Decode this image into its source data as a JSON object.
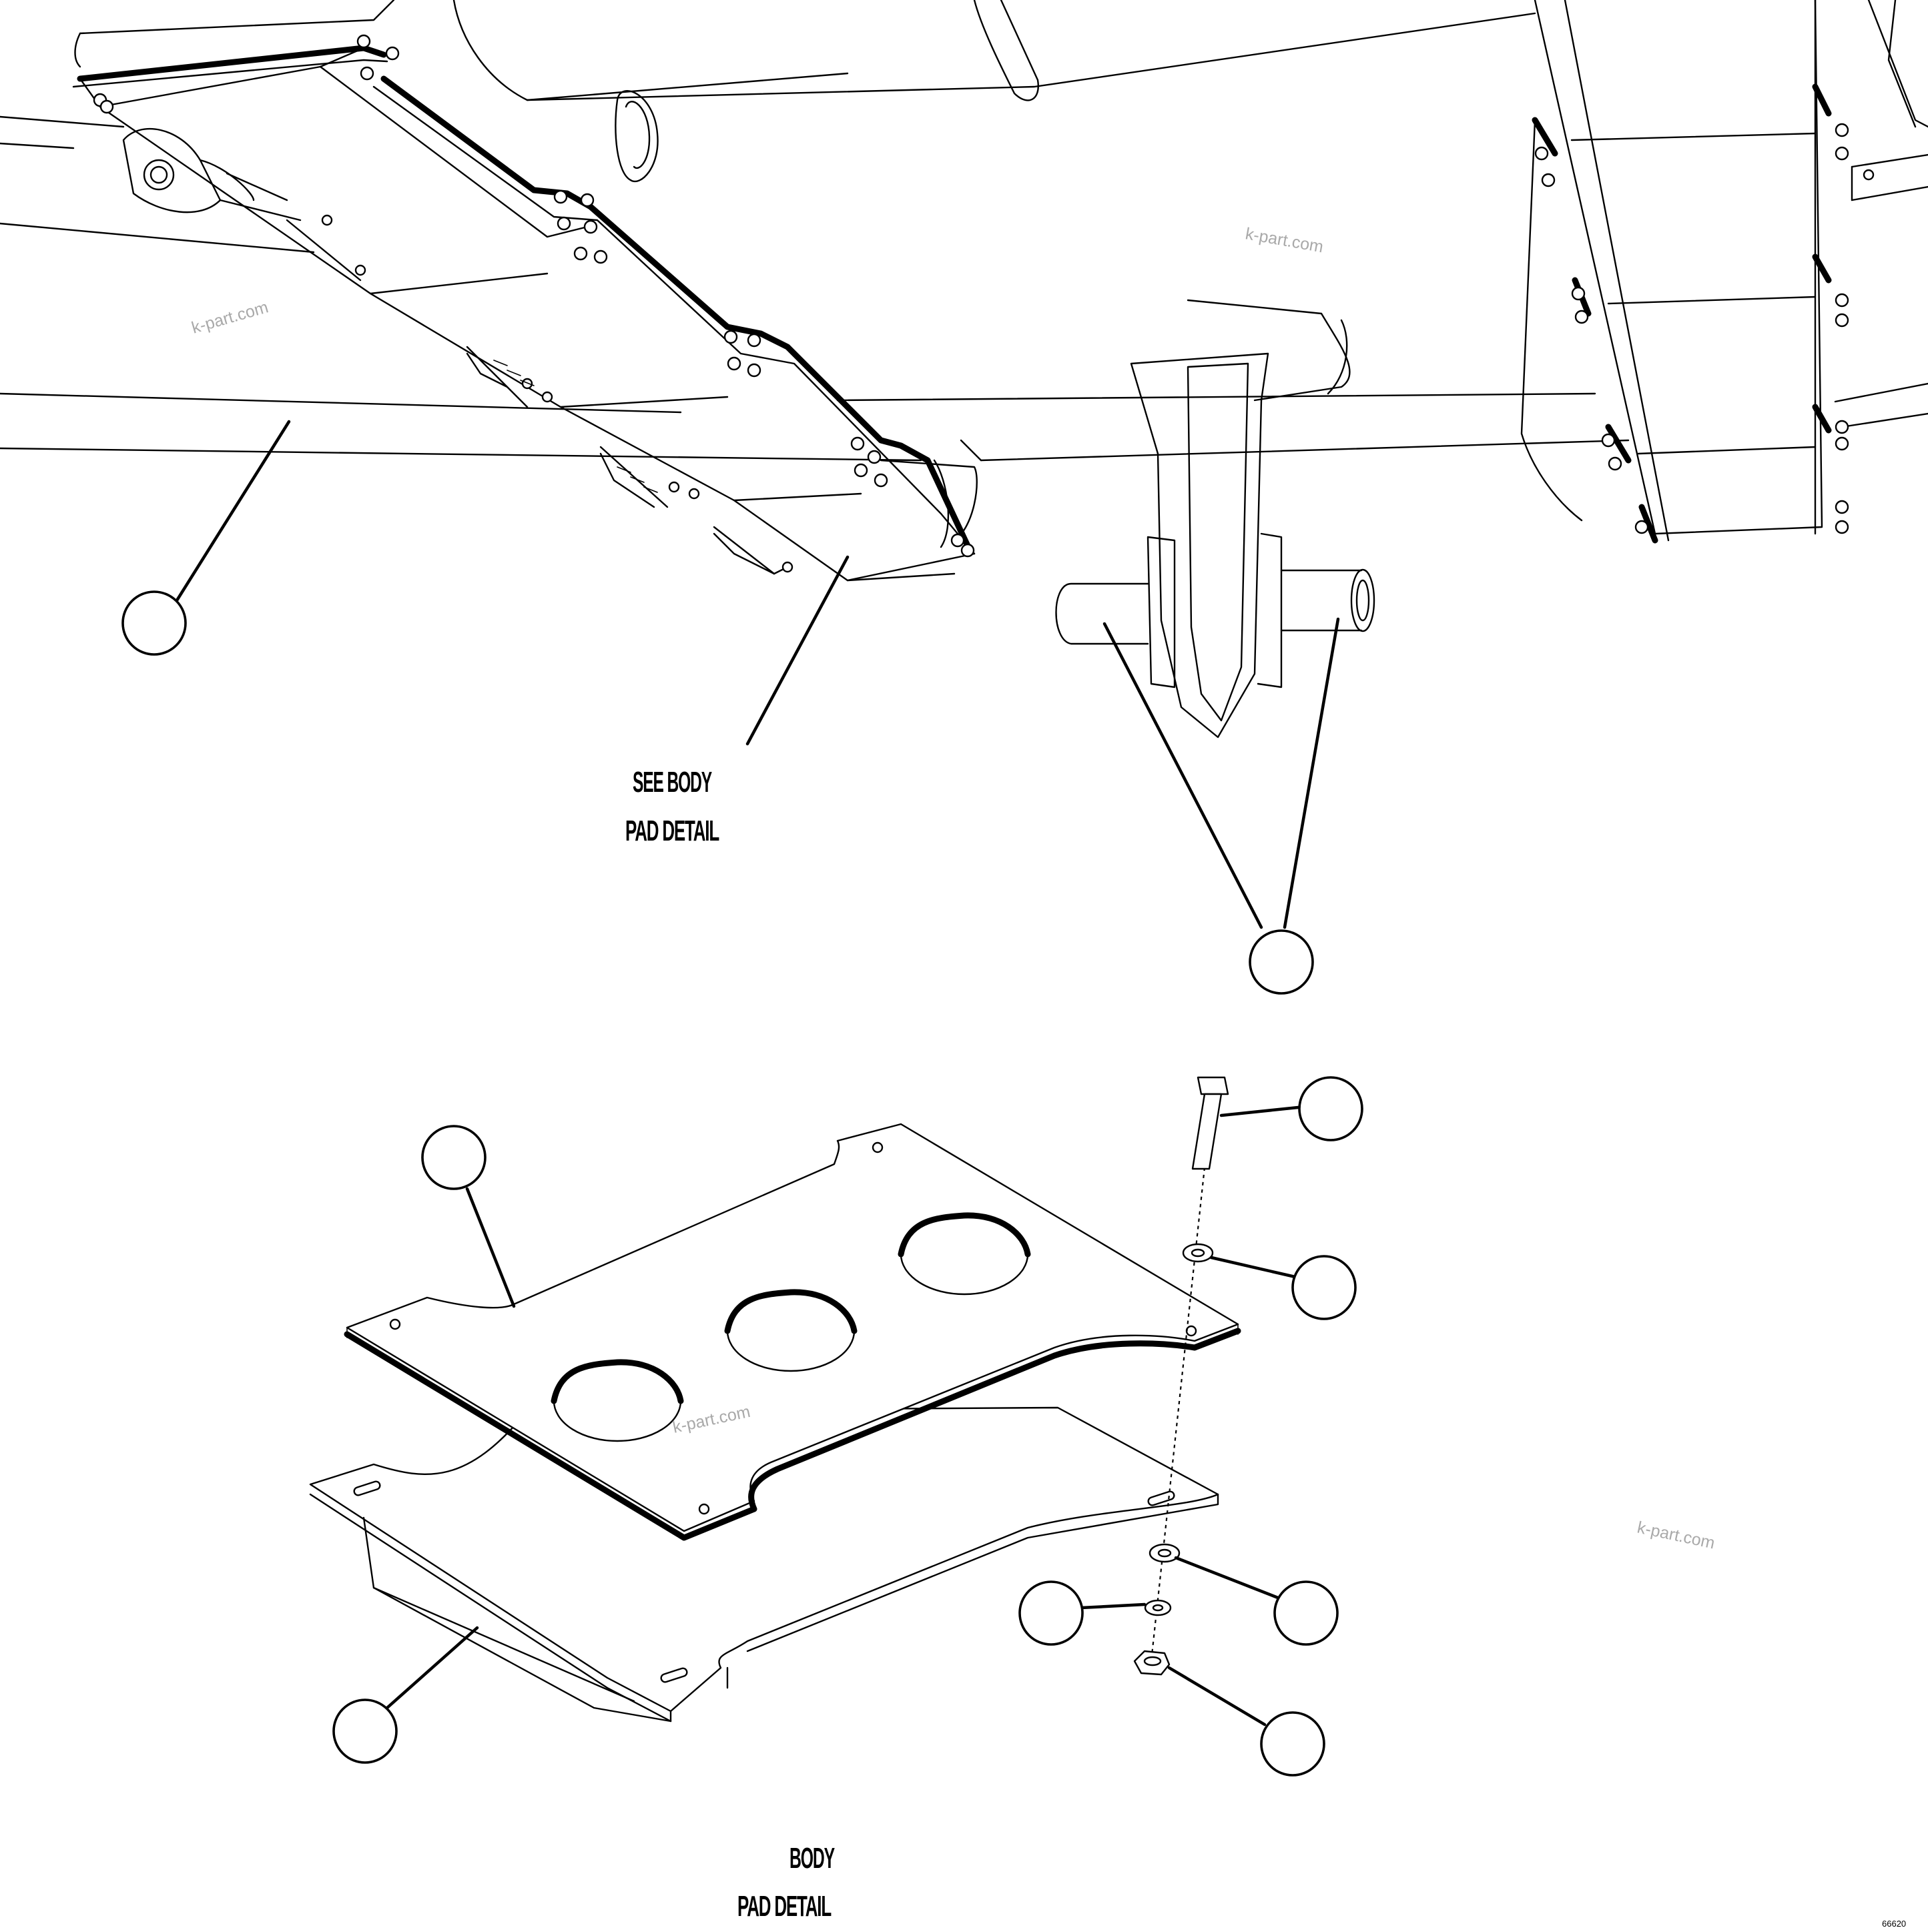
{
  "diagram": {
    "labels": {
      "see_body_line1": "SEE BODY",
      "see_body_line2": "PAD DETAIL",
      "detail_line1": "BODY",
      "detail_line2": "PAD DETAIL"
    },
    "watermarks": [
      "k-part.com",
      "k-part.com",
      "k-part.com",
      "k-part.com"
    ],
    "drawing_code": "66620",
    "callouts": [
      {
        "id": "frame-rail"
      },
      {
        "id": "pivot-pins"
      },
      {
        "id": "bolt"
      },
      {
        "id": "body-pad"
      },
      {
        "id": "washer-upper"
      },
      {
        "id": "pad-bracket"
      },
      {
        "id": "lock-washer"
      },
      {
        "id": "washer-lower"
      },
      {
        "id": "nut"
      }
    ]
  }
}
